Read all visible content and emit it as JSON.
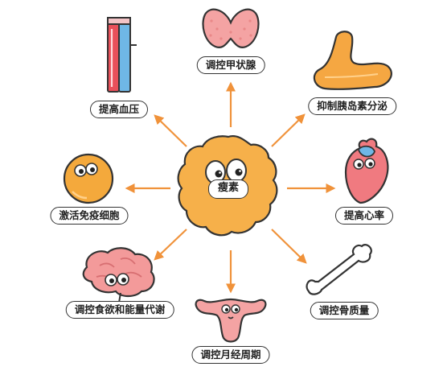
{
  "diagram": {
    "center": {
      "label": "瘦素"
    },
    "targets": [
      {
        "id": "thyroid",
        "label": "调控甲状腺"
      },
      {
        "id": "pancreas",
        "label": "抑制胰岛素分泌"
      },
      {
        "id": "heart",
        "label": "提高心率"
      },
      {
        "id": "bone",
        "label": "调控骨质量"
      },
      {
        "id": "uterus",
        "label": "调控月经周期"
      },
      {
        "id": "brain",
        "label": "调控食欲和能量代谢"
      },
      {
        "id": "immune-cell",
        "label": "激活免疫细胞"
      },
      {
        "id": "blood-vessel",
        "label": "提高血压"
      }
    ]
  },
  "colors": {
    "arrow": "#f0923a",
    "outline": "#333333",
    "leptin_body": "#f6b04a",
    "organ_pink": "#f4a3a3",
    "vessel_red": "#e9505a",
    "vessel_blue": "#6fb7e6",
    "immune_cell": "#f4a93c",
    "pancreas": "#f5a742",
    "bone": "#ffffff"
  }
}
